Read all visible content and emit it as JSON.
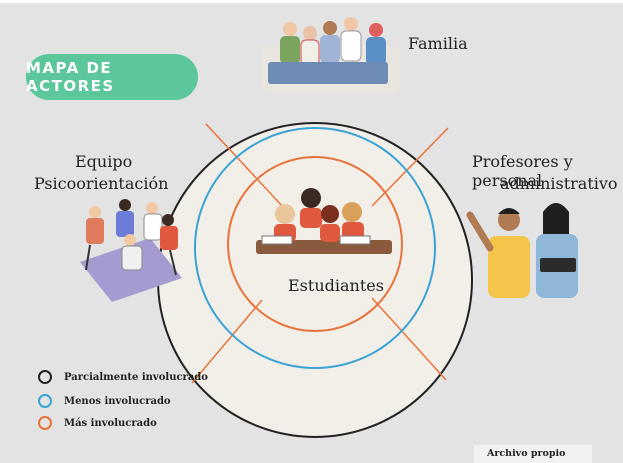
{
  "title": "MAPA DE ACTORES",
  "actors": {
    "familia": "Familia",
    "equipo_line1": "Equipo",
    "equipo_line2": "Psicoorientación",
    "profesores_line1": "Profesores y personal",
    "profesores_line2": "administrativo",
    "estudiantes": "Estudiantes"
  },
  "legend": [
    {
      "label": "Parcialmente involucrado",
      "color": "#222222"
    },
    {
      "label": "Menos involucrado",
      "color": "#3aa3d6"
    },
    {
      "label": "Más involucrado",
      "color": "#e8743b"
    }
  ],
  "source": "Archivo propio",
  "colors": {
    "background": "#e3e3e3",
    "outer_circle_fill": "#f2efe8",
    "badge": "#5cc79b",
    "blue_ring": "#3aa3d6",
    "orange_ring": "#e8743b"
  },
  "illustrations": [
    "family-group-illustration",
    "counseling-team-illustration",
    "teachers-illustration",
    "students-reading-illustration"
  ]
}
